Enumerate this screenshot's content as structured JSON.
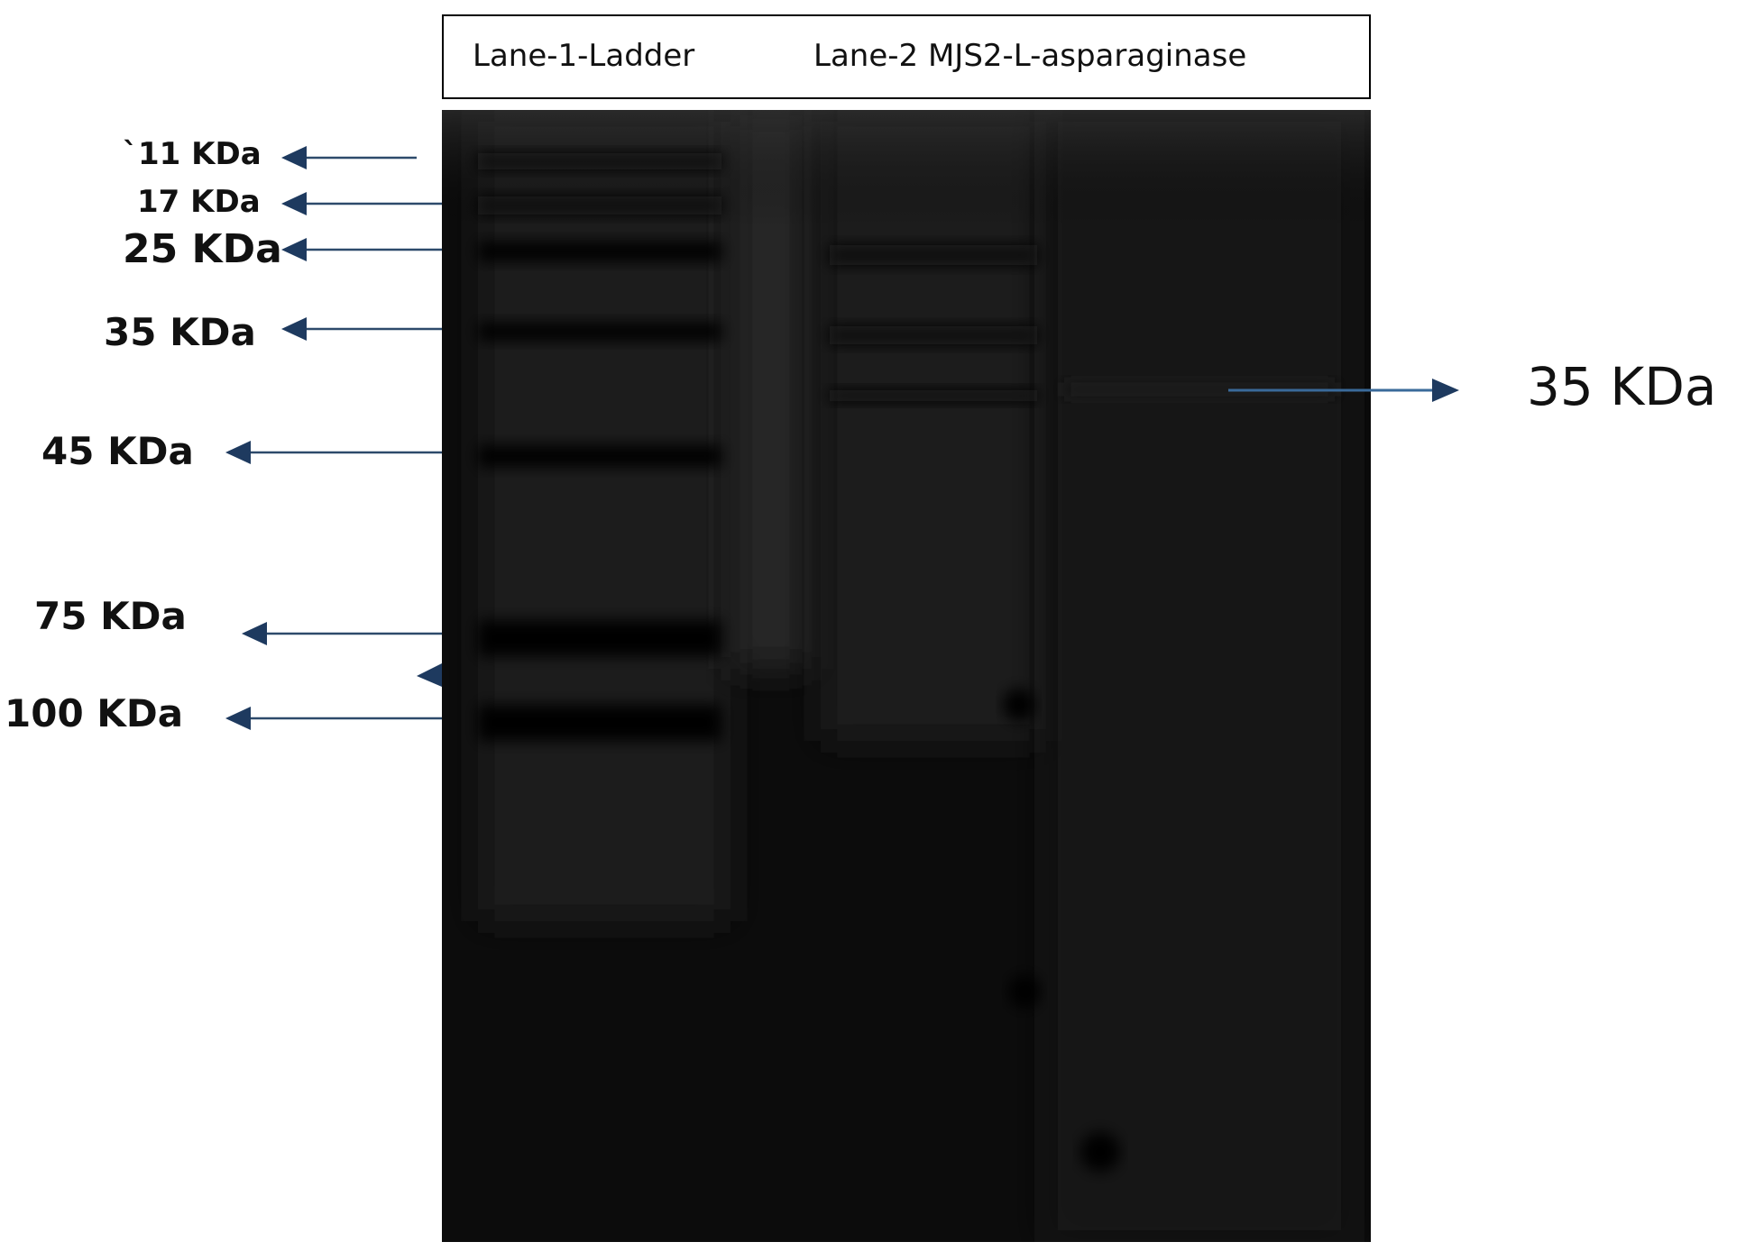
{
  "lanes": {
    "lane1": "Lane-1-Ladder",
    "lane2": "Lane-2 MJS2-L-asparaginase"
  },
  "markers": [
    {
      "label": "`11 KDa"
    },
    {
      "label": "17 KDa"
    },
    {
      "label": "25 KDa"
    },
    {
      "label": "35 KDa"
    },
    {
      "label": "45 KDa"
    },
    {
      "label": "75 KDa"
    },
    {
      "label": "100 KDa"
    }
  ],
  "band": {
    "label": "35 KDa"
  },
  "colors": {
    "arrow": "#2d4a6b",
    "gel": "#0b0b0b",
    "text": "#111111"
  }
}
